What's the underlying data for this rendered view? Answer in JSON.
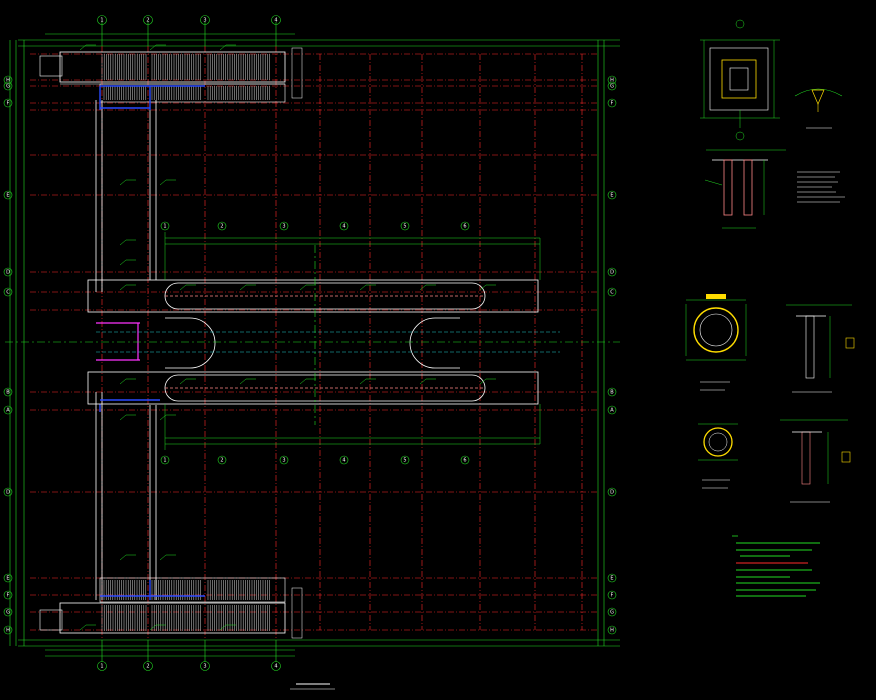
{
  "drawing": {
    "main_title": "",
    "scale_note": "",
    "colors": {
      "background": "#000000",
      "grid_red": "#ff2a2a",
      "dim_green": "#22dd22",
      "outline_white": "#ffffff",
      "beam_blue": "#2a4bff",
      "stair_white": "#e8e8e8",
      "accent_magenta": "#ff33ff",
      "cyan_center": "#22cccc",
      "yellow_detail": "#ffdd00",
      "pink_detail": "#ff8888"
    }
  },
  "axes": {
    "top_numbers": [
      "1",
      "2",
      "3",
      "4"
    ],
    "left_letters": [
      "H",
      "G",
      "F",
      "E",
      "D",
      "C",
      "B",
      "A"
    ],
    "inner_numbers": [
      "1",
      "2",
      "3",
      "4",
      "5",
      "6"
    ]
  },
  "notes": {
    "title": "",
    "lines": []
  }
}
